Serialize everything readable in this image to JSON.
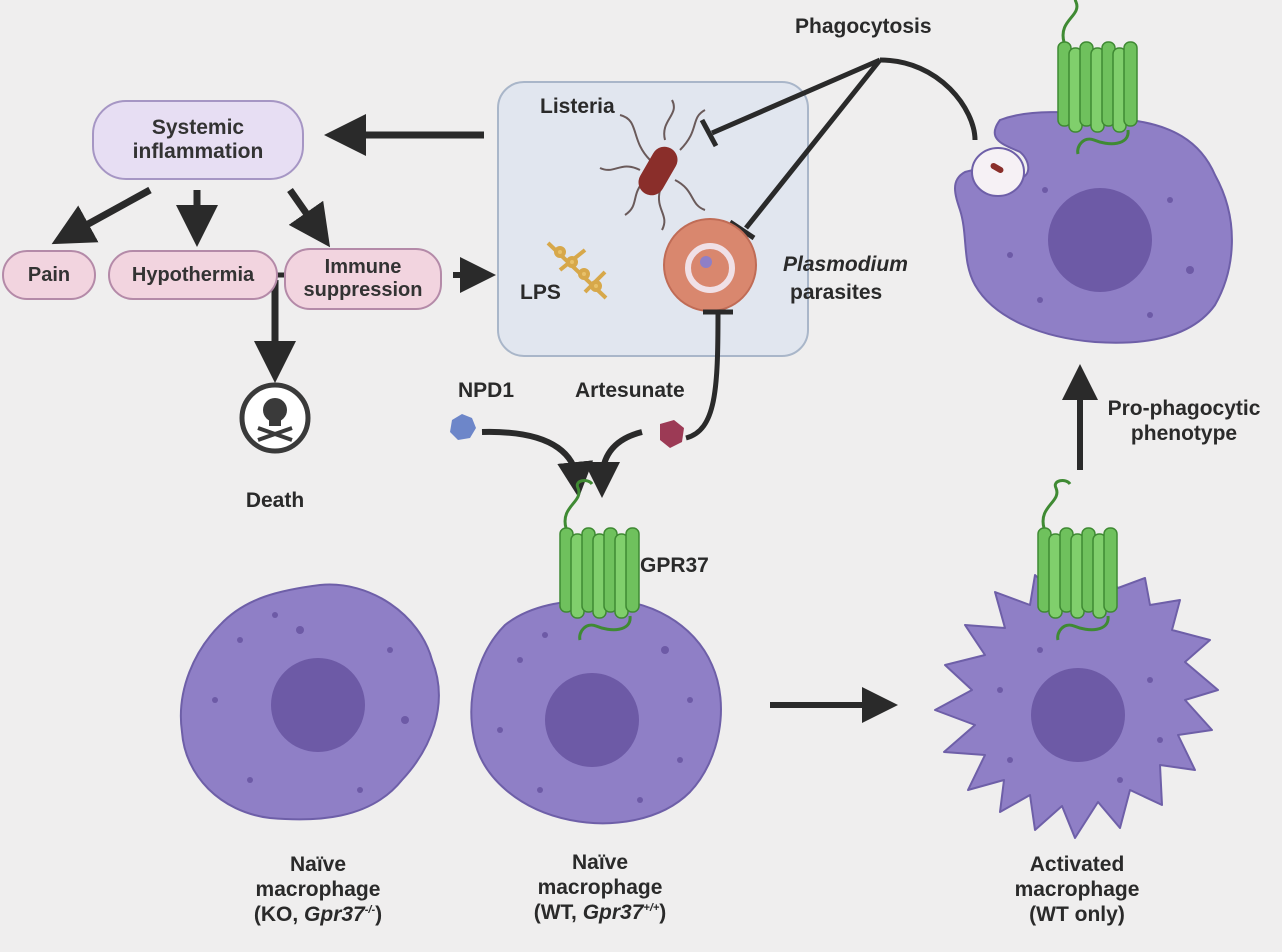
{
  "nodes": {
    "systemic": [
      "Systemic",
      "inflammation"
    ],
    "pain": "Pain",
    "hypothermia": "Hypothermia",
    "immune": [
      "Immune",
      "suppression"
    ],
    "death": "Death"
  },
  "infection": {
    "listeria": "Listeria",
    "lps": "LPS",
    "plasmodium_italic": "Plasmodium",
    "parasites": "parasites"
  },
  "labels": {
    "phagocytosis": "Phagocytosis",
    "npd1": "NPD1",
    "artesunate": "Artesunate",
    "gpr37": "GPR37",
    "pro_phagocytic": [
      "Pro-phagocytic",
      "phenotype"
    ]
  },
  "cells": {
    "ko": {
      "line1": "Naïve",
      "line2": "macrophage",
      "line3_pre": "(KO, ",
      "gene": "Gpr37",
      "sup": "-/-",
      "line3_post": ")"
    },
    "wt": {
      "line1": "Naïve",
      "line2": "macrophage",
      "line3_pre": "(WT, ",
      "gene": "Gpr37",
      "sup": "+/+",
      "line3_post": ")"
    },
    "activated": {
      "line1": "Activated",
      "line2": "macrophage",
      "line3": "(WT only)"
    }
  },
  "colors": {
    "cell_fill": "#8f7fc6",
    "cell_stroke": "#6e5fa8",
    "nucleus": "#6d5aa6",
    "receptor": "#6fc15d",
    "infection_box": "#e1e6ef",
    "parasite_cell": "#d9876e"
  }
}
